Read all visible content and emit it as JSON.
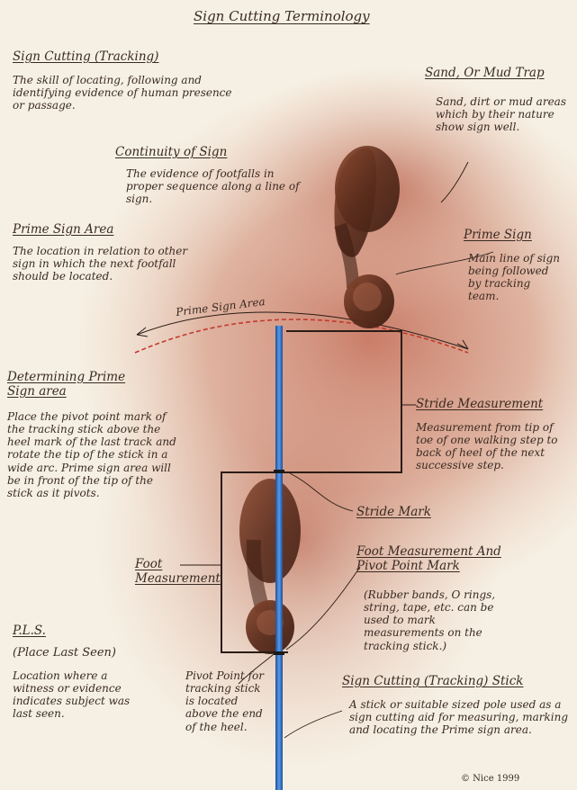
{
  "title": "Sign Cutting Terminology",
  "copyright": "© Nice 1999",
  "labels": {
    "sign_cutting": {
      "heading": "Sign Cutting (Tracking)",
      "text": "The skill of locating, following and identifying evidence of human presence or passage."
    },
    "sand_trap": {
      "heading": "Sand, Or Mud Trap",
      "text": "Sand, dirt or mud areas which by their nature show sign well."
    },
    "continuity": {
      "heading": "Continuity of Sign",
      "text": "The evidence of footfalls in proper sequence along a line of sign."
    },
    "prime_sign_area": {
      "heading": "Prime Sign Area",
      "text": "The location in relation to other sign in which the next footfall should be located."
    },
    "prime_sign": {
      "heading": "Prime Sign",
      "text": "Main line of sign being followed by tracking team."
    },
    "arc_label": "Prime Sign Area",
    "determining": {
      "heading": "Determining Prime Sign area",
      "text": "Place the pivot point mark of the tracking stick above the heel mark of the last track and rotate the tip of the stick in a wide arc. Prime sign area will be in front of the tip of the stick as it pivots."
    },
    "stride_measurement": {
      "heading": "Stride Measurement",
      "text": "Measurement from tip of toe of one walking step to back of heel of the next successive step."
    },
    "stride_mark": "Stride Mark",
    "foot_measurement": "Foot Measurement",
    "foot_pivot": {
      "heading": "Foot Measurement And Pivot Point Mark",
      "text": "(Rubber bands, O rings, string, tape, etc. can be used to mark measurements on the tracking stick.)"
    },
    "pls": {
      "heading": "P.L.S.",
      "sub": "(Place Last Seen)",
      "text": "Location where a witness or evidence indicates subject was last seen."
    },
    "pivot_point": {
      "text": "Pivot Point for tracking stick is located above the end of the heel."
    },
    "stick": {
      "heading": "Sign Cutting (Tracking) Stick",
      "text": "A stick or suitable sized pole used as a sign cutting aid for measuring, marking and locating the Prime sign area."
    }
  },
  "colors": {
    "paper": "#f6f0e4",
    "stain": "#c97a62",
    "footprint": "#6b3a26",
    "stick": "#3a78c8",
    "ink": "#2a1c16",
    "arc_dash": "#c23a2e"
  }
}
